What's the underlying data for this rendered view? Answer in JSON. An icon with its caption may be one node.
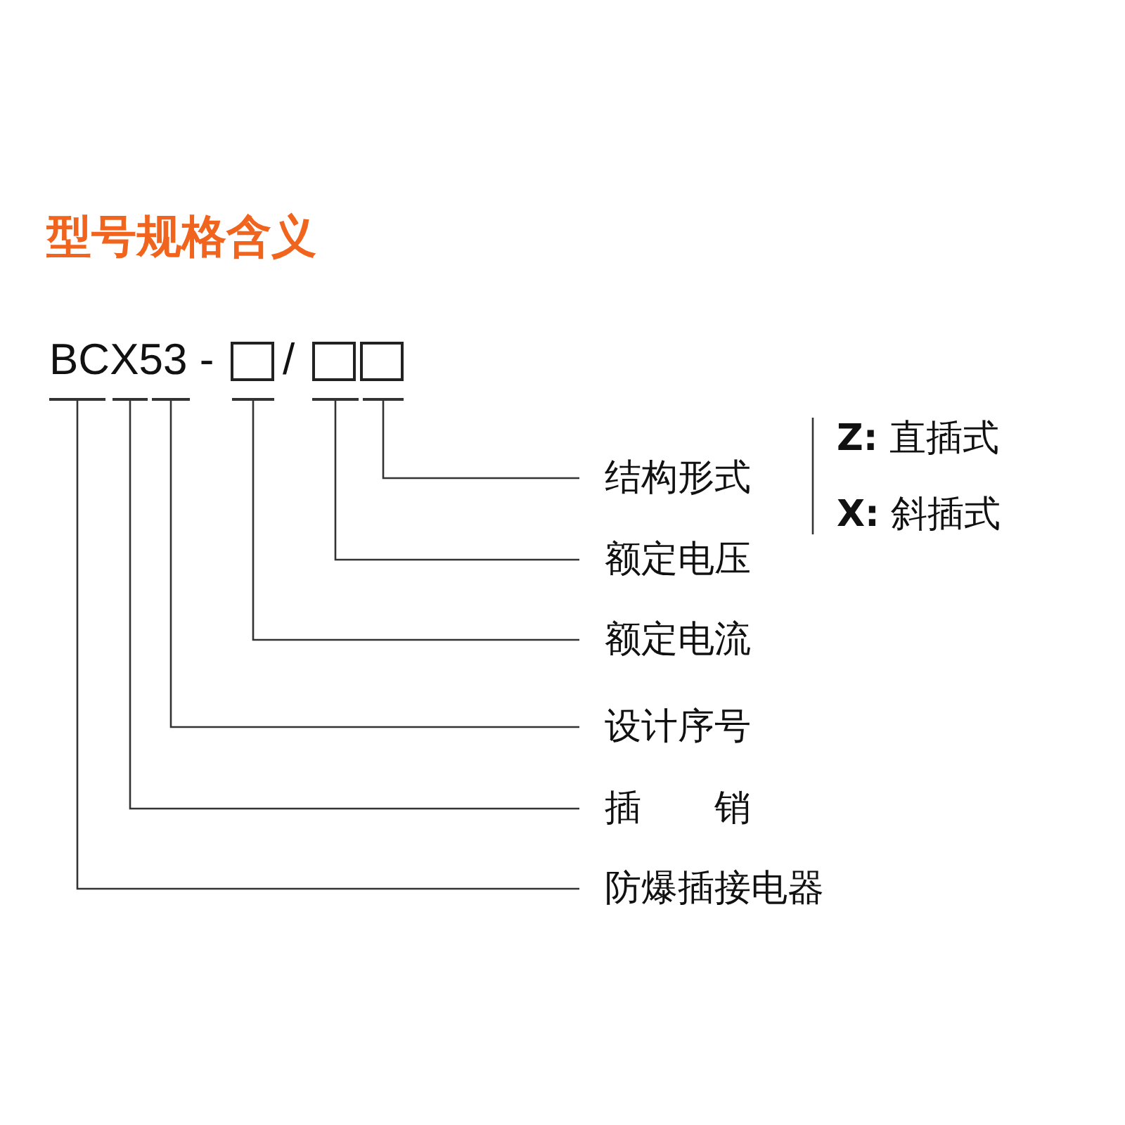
{
  "diagram": {
    "title": "型号规格含义",
    "nodes": [
      {
        "text": [],
        "shape": "bar"
      },
      {
        "text": [],
        "shape": "bar"
      },
      {
        "text": [],
        "shape": "bar"
      },
      {
        "text": [],
        "shape": "bar"
      },
      {
        "text": [],
        "shape": "bar"
      },
      {
        "text": [],
        "shape": "bar"
      },
      {
        "text": [
          "结构形式"
        ]
      },
      {
        "text": [
          "额定电压"
        ]
      },
      {
        "text": [
          "额定电流"
        ]
      },
      {
        "text": [
          "设计序号"
        ]
      },
      {
        "text": [
          "插　　销"
        ]
      },
      {
        "text": [
          "防爆插接电器"
        ]
      }
    ],
    "edges": [
      {
        "from": 6,
        "to": 5,
        "arrow": "none"
      },
      {
        "from": 7,
        "to": 4,
        "arrow": "none"
      },
      {
        "from": 8,
        "to": 3,
        "arrow": "none"
      },
      {
        "from": 9,
        "to": 2,
        "arrow": "none"
      },
      {
        "from": 10,
        "to": 1,
        "arrow": "none"
      },
      {
        "from": 11,
        "to": 0,
        "arrow": "none"
      }
    ],
    "labels": [
      "BCX53 -",
      "/",
      "**Z:** 直插式",
      "**X:** 斜插式"
    ]
  }
}
